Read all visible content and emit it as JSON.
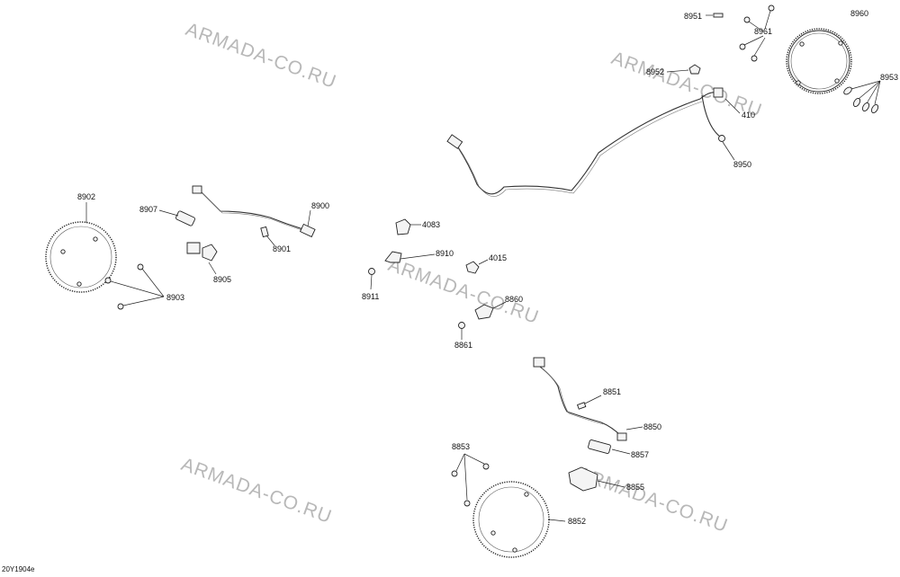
{
  "drawing_code": "20Y1904e",
  "watermark": "ARMADA-CO.RU",
  "labels": {
    "p8951": "8951",
    "p8961": "8961",
    "p8960": "8960",
    "p8952": "8952",
    "p8953": "8953",
    "p410": "410",
    "p8950": "8950",
    "p8902": "8902",
    "p8907": "8907",
    "p8900": "8900",
    "p8901": "8901",
    "p8905": "8905",
    "p8903": "8903",
    "p4083": "4083",
    "p8910": "8910",
    "p4015": "4015",
    "p8911": "8911",
    "p8860": "8860",
    "p8861": "8861",
    "p8851": "8851",
    "p8850": "8850",
    "p8857": "8857",
    "p8853": "8853",
    "p8855": "8855",
    "p8852": "8852"
  }
}
